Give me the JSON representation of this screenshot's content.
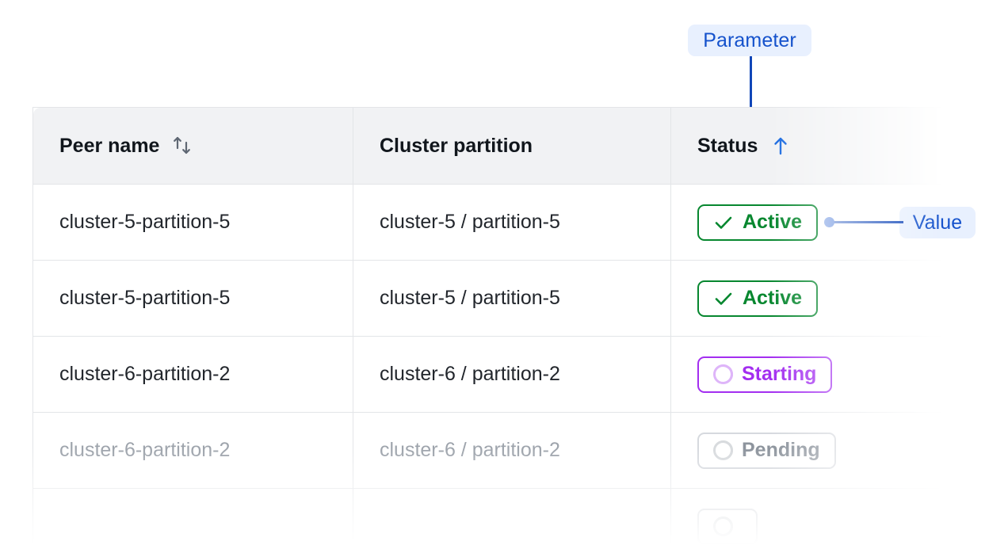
{
  "annotations": {
    "parameter": {
      "label": "Parameter",
      "color": "#1552cc",
      "background": "#e8f0fe"
    },
    "value": {
      "label": "Value",
      "color": "#1552cc",
      "background": "#e8f0fe"
    },
    "connector_color": "#1046b8"
  },
  "table": {
    "columns": [
      {
        "label": "Peer name",
        "sort_icon": "sort-both-icon",
        "sorted": false
      },
      {
        "label": "Cluster partition",
        "sort_icon": null,
        "sorted": false
      },
      {
        "label": "Status",
        "sort_icon": "arrow-up-icon",
        "sorted": true,
        "sort_direction": "ascending"
      }
    ],
    "rows": [
      {
        "peer_name": "cluster-5-partition-5",
        "cluster_partition": "cluster-5 / partition-5",
        "status": {
          "label": "Active",
          "icon": "check-icon",
          "tone": "active",
          "color": "#07872f"
        },
        "muted": false
      },
      {
        "peer_name": "cluster-5-partition-5",
        "cluster_partition": "cluster-5 / partition-5",
        "status": {
          "label": "Active",
          "icon": "check-icon",
          "tone": "active",
          "color": "#07872f"
        },
        "muted": false
      },
      {
        "peer_name": "cluster-6-partition-2",
        "cluster_partition": "cluster-6 / partition-2",
        "status": {
          "label": "Starting",
          "icon": "spinner-icon",
          "tone": "starting",
          "color": "#a32ef0"
        },
        "muted": false
      },
      {
        "peer_name": "cluster-6-partition-2",
        "cluster_partition": "cluster-6 / partition-2",
        "status": {
          "label": "Pending",
          "icon": "spinner-icon",
          "tone": "pending",
          "color": "#9299a2"
        },
        "muted": true
      },
      {
        "peer_name": "",
        "cluster_partition": "",
        "status": {
          "label": "",
          "icon": "spinner-icon",
          "tone": "pending",
          "color": "#9299a2"
        },
        "muted": true
      }
    ]
  }
}
